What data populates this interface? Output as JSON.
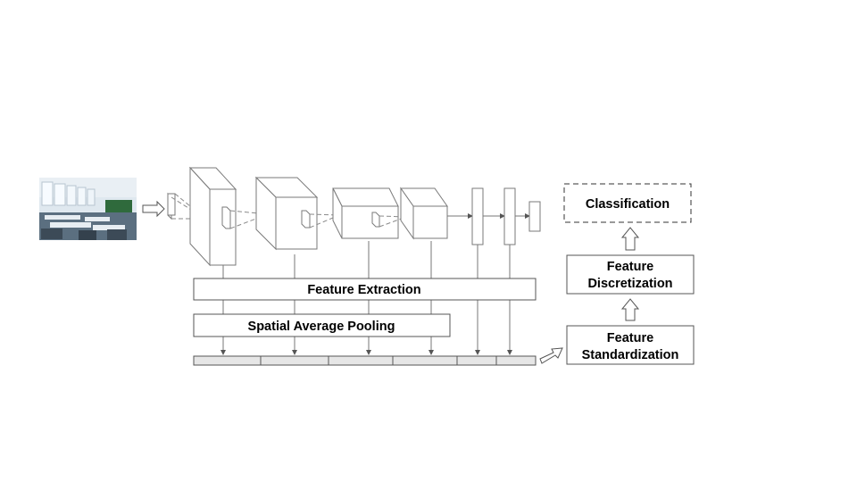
{
  "labels": {
    "feature_extraction": "Feature Extraction",
    "spatial_average_pooling": "Spatial Average Pooling",
    "feature_standardization_line1": "Feature",
    "feature_standardization_line2": "Standardization",
    "feature_discretization_line1": "Feature",
    "feature_discretization_line2": "Discretization",
    "classification": "Classification"
  },
  "input_image": {
    "subject": "classroom photo",
    "colors": {
      "window": "#dfe8ef",
      "wall": "#cfd9e0",
      "board": "#2f6a3c",
      "floor": "#5b6f80",
      "desk": "#e7edf2"
    }
  },
  "feature_vector": {
    "segments": 6
  },
  "colors": {
    "line": "#777777",
    "box_stroke": "#555555",
    "vector_fill": "#e6e6e6"
  }
}
